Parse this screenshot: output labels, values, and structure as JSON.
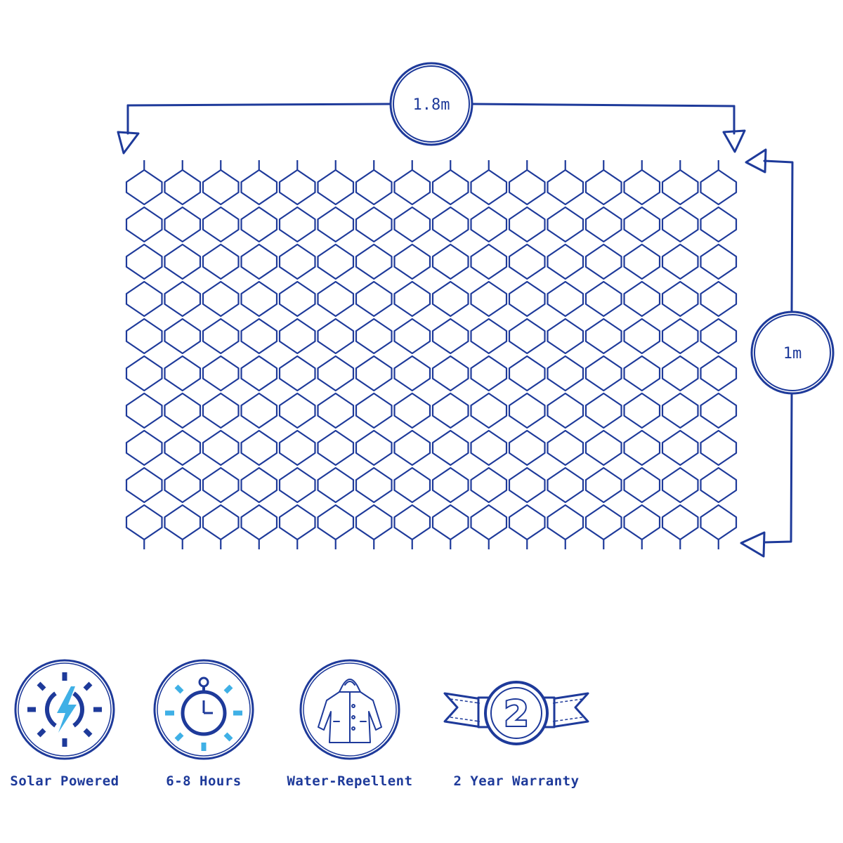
{
  "colors": {
    "primary": "#1e3a9a",
    "accent": "#3fb0e6",
    "background": "#ffffff"
  },
  "dimensions": {
    "width_label": "1.8m",
    "height_label": "1m"
  },
  "features": [
    {
      "icon": "solar-sun-icon",
      "label": "Solar Powered"
    },
    {
      "icon": "stopwatch-icon",
      "label": "6-8 Hours"
    },
    {
      "icon": "raincoat-icon",
      "label": "Water-Repellent"
    },
    {
      "icon": "warranty-ribbon-icon",
      "label": "2 Year Warranty",
      "badge_text": "2"
    }
  ]
}
